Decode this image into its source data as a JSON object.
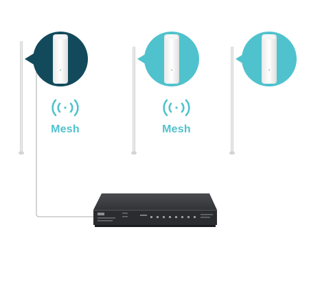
{
  "colors": {
    "pole": "#dcdcdc",
    "pole_edge": "#c4c4c4",
    "bubble_active": "#124a5c",
    "bubble": "#4fc2cd",
    "mesh": "#4fc2cd",
    "cable": "#bdbdbd",
    "switch_top": "#3d3e41",
    "switch_front": "#2b2c2f"
  },
  "mesh_links": [
    {
      "label": "Mesh",
      "icon": "wireless-signal-icon"
    },
    {
      "label": "Mesh",
      "icon": "wireless-signal-icon"
    }
  ],
  "access_points": [
    {
      "icon": "access-point-icon",
      "state": "wired"
    },
    {
      "icon": "access-point-icon",
      "state": "mesh"
    },
    {
      "icon": "access-point-icon",
      "state": "mesh"
    }
  ],
  "switch": {
    "icon": "network-switch-icon"
  }
}
